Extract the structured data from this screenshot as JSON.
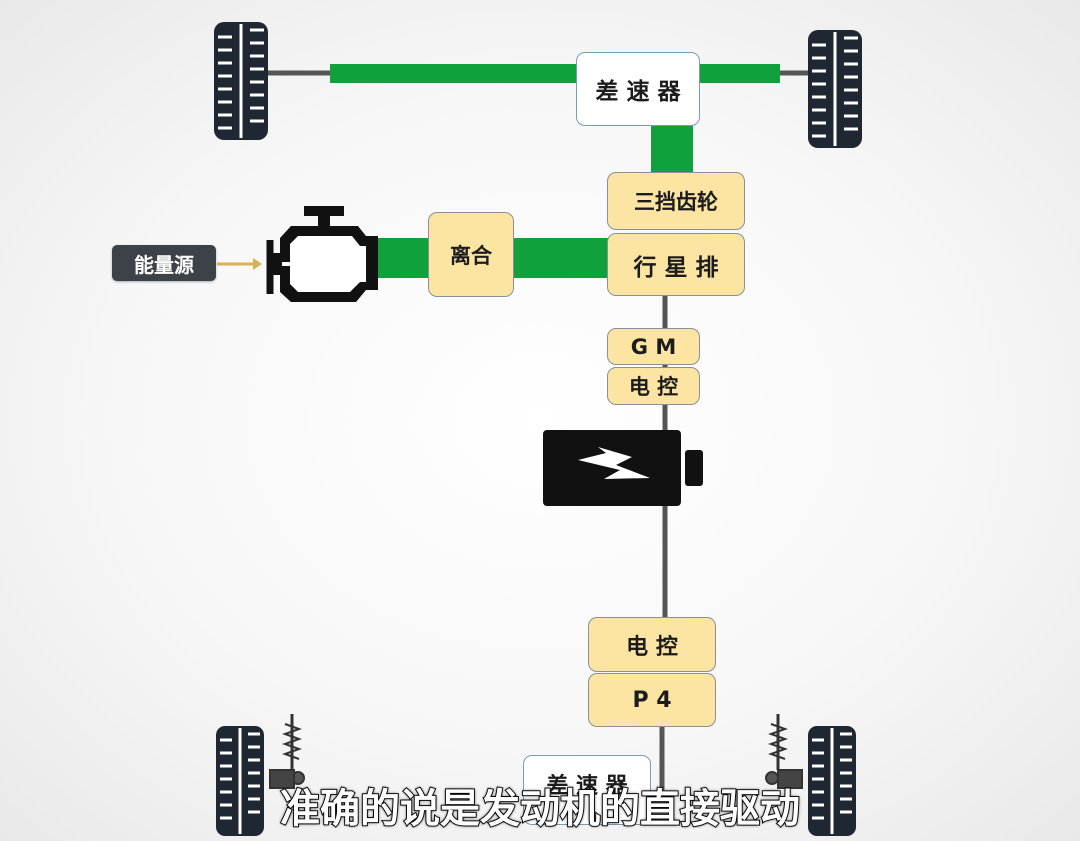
{
  "labels": {
    "front_differential": "差 速 器",
    "third_gear": "三挡齿轮",
    "planetary_gear": "行 星 排",
    "clutch": "离合",
    "gm": "G  M",
    "gm_controller": "电 控",
    "rear_controller": "电   控",
    "p4": "P    4",
    "rear_differential": "差 速 器",
    "energy_source": "能量源"
  },
  "subtitle": "准确的说是发动机的直接驱动",
  "colors": {
    "power_path": "#10a03c",
    "shaft": "#555555",
    "module_fill": "#fce4a2",
    "tire": "#1f2733",
    "energy_source_bg": "#3d4248",
    "battery": "#111111"
  },
  "icons": {
    "engine": "engine-icon",
    "battery": "battery-icon",
    "tire": "tire-icon",
    "shock_absorber": "shock-absorber-icon"
  }
}
